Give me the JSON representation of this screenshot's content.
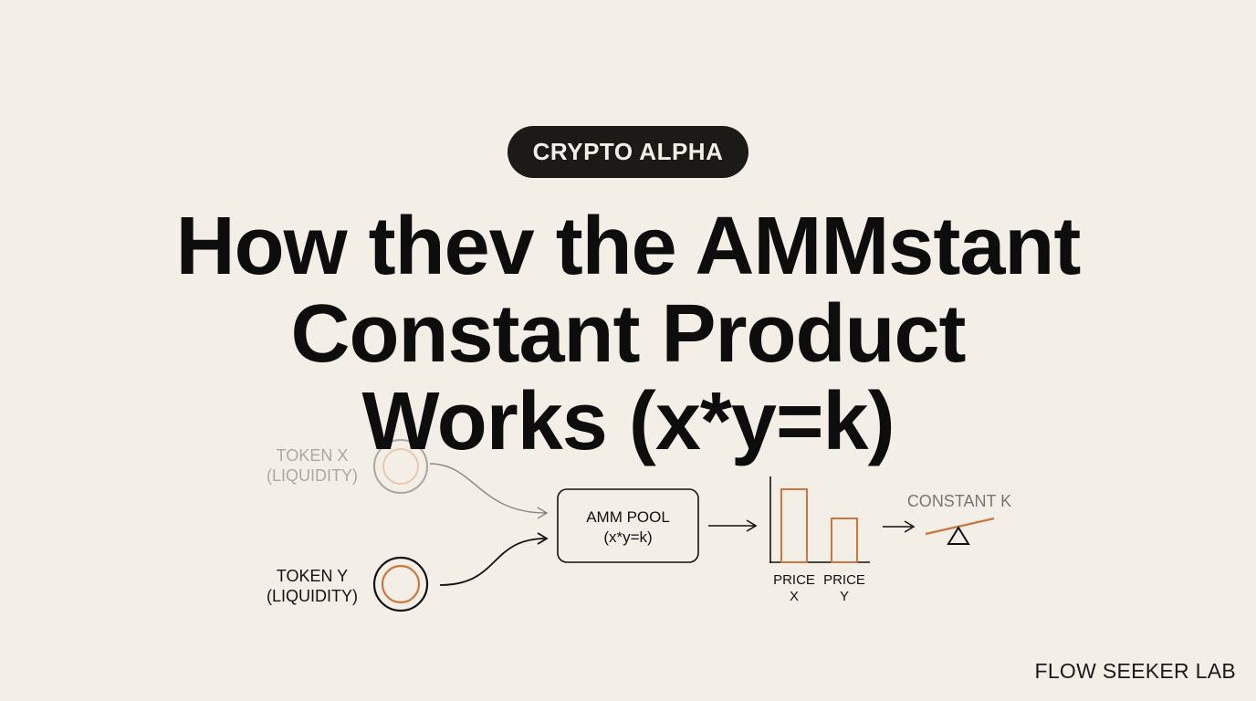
{
  "badge": {
    "label": "CRYPTO ALPHA"
  },
  "headline": {
    "line1": "How thev the AMMstant",
    "line2": "Constant Product",
    "line3": "Works (x*y=k)"
  },
  "diagram": {
    "token_x": {
      "line1": "TOKEN X",
      "line2": "(LIQUIDITY)"
    },
    "token_y": {
      "line1": "TOKEN Y",
      "line2": "(LIQUIDITY)"
    },
    "pool": {
      "line1": "AMM POOL",
      "line2": "(x*y=k)"
    },
    "price_x": {
      "line1": "PRICE",
      "line2": "X"
    },
    "price_y": {
      "line1": "PRICE",
      "line2": "Y"
    },
    "constant_label": "CONSTANT K"
  },
  "colors": {
    "background": "#f3efe7",
    "accent": "#c9773f",
    "ink": "#111111"
  },
  "footer": {
    "brand": "FLOW SEEKER LAB"
  }
}
